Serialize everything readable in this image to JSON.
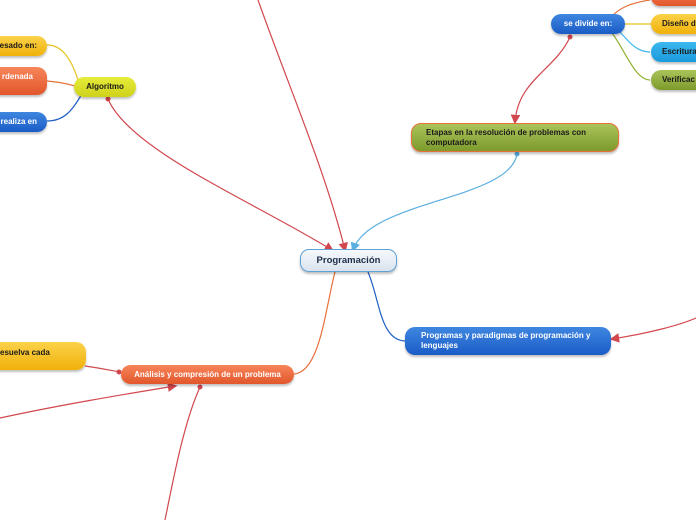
{
  "root": {
    "label": "Programación"
  },
  "nodes": {
    "etapas": "Etapas en la resolución de problemas con computadora",
    "se_divide": "se divide en:",
    "diseno": "Diseño d",
    "escritura": "Escritura",
    "verificacion": "Verificac",
    "programas": "Programas y paradigmas de programación y lenguajes",
    "analisis": "Análisis y compresión de un problema",
    "resuelva": "esuelva cada",
    "algoritmo": "Algoritmo",
    "expresado": "esado en:",
    "ordenada": "rdenada",
    "realiza": "realiza en"
  },
  "colors": {
    "red_link": "#d2474e",
    "blue_link": "#5aaee0",
    "orange_link": "#e8703a",
    "dark_blue_link": "#1f5fc4",
    "yellow_link": "#e6c21b",
    "green_link": "#8fb030"
  }
}
